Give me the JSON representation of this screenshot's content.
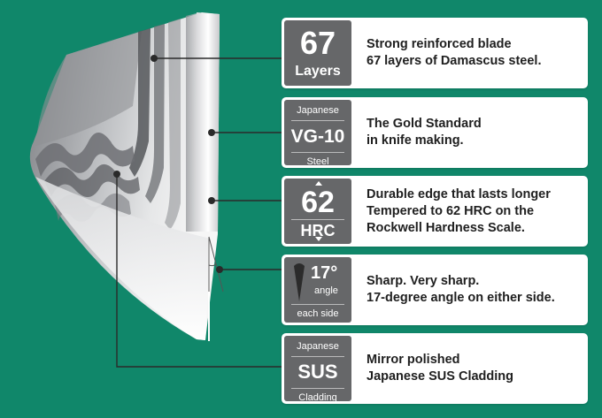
{
  "features": [
    {
      "badge": {
        "top": "",
        "main": "67",
        "bottom": "Layers"
      },
      "lines": [
        "Strong reinforced blade",
        "67 layers of Damascus steel."
      ]
    },
    {
      "badge": {
        "top": "Japanese",
        "main": "VG-10",
        "bottom": "Steel"
      },
      "lines": [
        "The Gold Standard",
        "in knife making."
      ]
    },
    {
      "badge": {
        "top": "",
        "main": "62",
        "bottom": "HRC"
      },
      "lines": [
        "Durable edge that lasts longer",
        "Tempered to 62 HRC on the",
        "Rockwell Hardness Scale."
      ]
    },
    {
      "badge": {
        "main": "17°",
        "sub": "angle",
        "bottom": "each side"
      },
      "lines": [
        "Sharp. Very sharp.",
        "17-degree angle on either side."
      ]
    },
    {
      "badge": {
        "top": "Japanese",
        "main": "SUS",
        "bottom": "Cladding"
      },
      "lines": [
        "Mirror polished",
        "Japanese SUS Cladding"
      ]
    }
  ],
  "colors": {
    "background": "#10876a",
    "badge": "#666769",
    "card": "#ffffff",
    "text": "#202020"
  }
}
